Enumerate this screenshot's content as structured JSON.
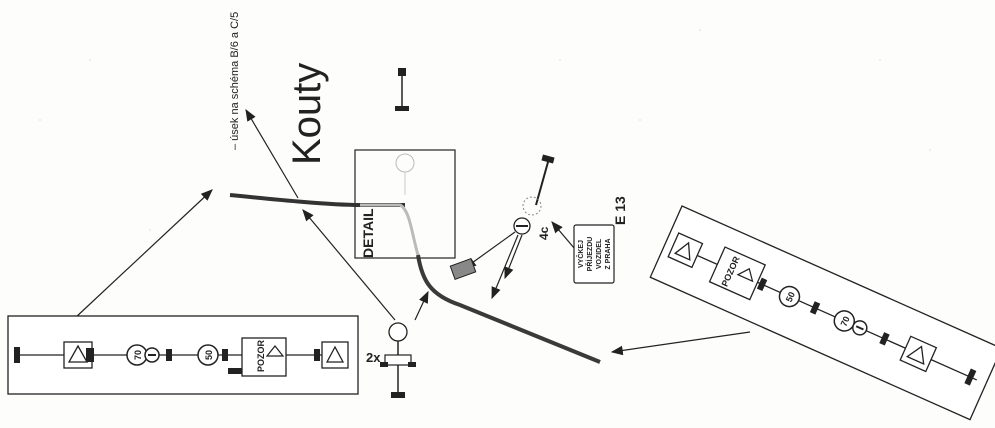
{
  "labels": {
    "station_name": "Kouty",
    "detail_box": "DETAIL",
    "section_note": "– úsek na schéma B/6 a C/5",
    "signal_code": "E 13",
    "multiplier": "2x",
    "ribbon_caution": "POZOR",
    "ribbon_speed_a": "70",
    "ribbon_speed_b": "50",
    "sign_lines": [
      "VYČKEJ",
      "PŘÍJEZDU",
      "VOZIDEL",
      "Z PRAHA"
    ]
  },
  "colors": {
    "ink": "#222222",
    "track": "#3a3a3a",
    "paper": "#fdfdfb",
    "faded": "#9a9a9a"
  }
}
